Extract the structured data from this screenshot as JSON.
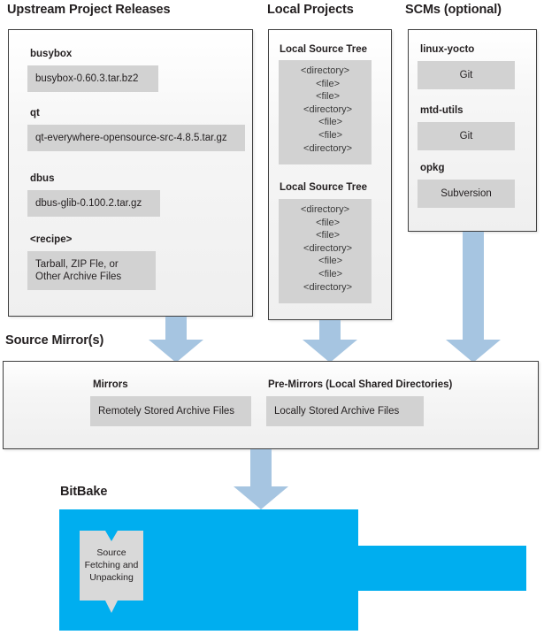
{
  "colors": {
    "arrow": "#a6c5e1",
    "bitbake_blue": "#00aeef",
    "grey_box": "#d2d2d2",
    "panel_border": "#3f3f3f",
    "text": "#231f20"
  },
  "sections": {
    "upstream": {
      "title": "Upstream Project Releases",
      "items": [
        {
          "label": "busybox",
          "value": "busybox-0.60.3.tar.bz2"
        },
        {
          "label": "qt",
          "value": "qt-everywhere-opensource-src-4.8.5.tar.gz"
        },
        {
          "label": "dbus",
          "value": "dbus-glib-0.100.2.tar.gz"
        },
        {
          "label": "<recipe>",
          "value": "Tarball, ZIP Fle, or\nOther Archive Files"
        }
      ]
    },
    "local_projects": {
      "title": "Local Projects",
      "trees": [
        {
          "label": "Local Source Tree",
          "lines": [
            "<directory>",
            "  <file>",
            "  <file>",
            "  <directory>",
            "    <file>",
            "    <file>",
            "  <directory>"
          ]
        },
        {
          "label": "Local Source Tree",
          "lines": [
            "<directory>",
            "  <file>",
            "  <file>",
            "  <directory>",
            "    <file>",
            "    <file>",
            "  <directory>"
          ]
        }
      ]
    },
    "scms": {
      "title": "SCMs (optional)",
      "items": [
        {
          "label": "linux-yocto",
          "value": "Git"
        },
        {
          "label": "mtd-utils",
          "value": "Git"
        },
        {
          "label": "opkg",
          "value": "Subversion"
        }
      ]
    },
    "source_mirrors": {
      "title": "Source Mirror(s)",
      "items": [
        {
          "label": "Mirrors",
          "value": "Remotely Stored Archive Files"
        },
        {
          "label": "Pre-Mirrors (Local Shared Directories)",
          "value": "Locally Stored Archive Files"
        }
      ]
    },
    "bitbake": {
      "title": "BitBake",
      "task": "Source\nFetching and\nUnpacking"
    }
  },
  "arrows": [
    {
      "name": "arrow-upstream-to-mirrors"
    },
    {
      "name": "arrow-local-projects-to-mirrors"
    },
    {
      "name": "arrow-scms-to-mirrors"
    },
    {
      "name": "arrow-mirrors-to-bitbake"
    }
  ]
}
